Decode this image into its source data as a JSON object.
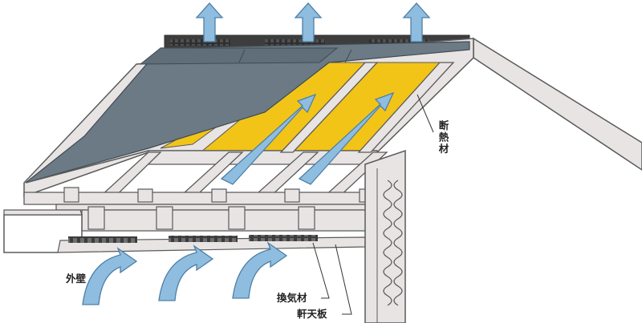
{
  "labels": {
    "insulation": "断熱材",
    "exterior_wall": "外壁",
    "ventilation_material": "換気材",
    "soffit_board": "軒天板"
  },
  "colors": {
    "roof_slate": "#6b7a84",
    "insulation": "#f2c418",
    "airflow_arrow": "#8fbde0",
    "arrow_outline": "#4d7fa6",
    "frame_fill": "#e8e4e4",
    "frame_stroke": "#5a5a5a",
    "vent_strip": "#3c3c3c"
  },
  "icons": [
    "airflow-up-arrow",
    "airflow-diagonal-arrow",
    "airflow-curved-arrow"
  ]
}
